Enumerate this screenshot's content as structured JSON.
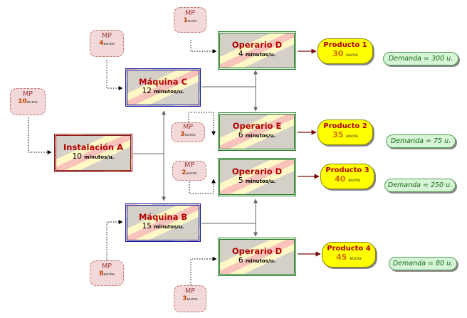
{
  "mp_label": "MP",
  "currency": "euros",
  "mp": [
    {
      "value": "10",
      "unit": "euros"
    },
    {
      "value": "4",
      "unit": "euros"
    },
    {
      "value": "1",
      "unit": "euro"
    },
    {
      "value": "3",
      "unit": "euros"
    },
    {
      "value": "2",
      "unit": "euros"
    },
    {
      "value": "8",
      "unit": "euros"
    },
    {
      "value": "3",
      "unit": "euros"
    }
  ],
  "installation": {
    "title": "Instalación A",
    "time": "10",
    "unit": "minutos/u."
  },
  "machines": [
    {
      "title": "Máquina C",
      "time": "12",
      "unit": "minutos/u."
    },
    {
      "title": "Máquina B",
      "time": "15",
      "unit": "minutos/u."
    }
  ],
  "operators": [
    {
      "title": "Operario D",
      "time": "4",
      "unit": "minutos/u."
    },
    {
      "title": "Operario E",
      "time": "6",
      "unit": "minutos/u."
    },
    {
      "title": "Operario D",
      "time": "5",
      "unit": "minutos/u."
    },
    {
      "title": "Operario D",
      "time": "6",
      "unit": "minutos/u."
    }
  ],
  "products": [
    {
      "name": "Producto 1",
      "price": "30"
    },
    {
      "name": "Producto 2",
      "price": "35"
    },
    {
      "name": "Producto 3",
      "price": "40"
    },
    {
      "name": "Producto 4",
      "price": "45"
    }
  ],
  "demands": [
    {
      "text": "Demanda = 300 u."
    },
    {
      "text": "Demanda = 75 u."
    },
    {
      "text": "Demanda = 250 u."
    },
    {
      "text": "Demanda = 80 u."
    }
  ],
  "colors": {
    "process_fill": "#d4d0c8",
    "operator_border": "#1f7a1f",
    "machine_border": "#1a1aa6",
    "installation_border": "#8a1010",
    "product_fill": "#ffff00",
    "demand_fill": "#d6f5d6",
    "mp_fill": "#f2d8d8",
    "title_text": "#b50000"
  }
}
